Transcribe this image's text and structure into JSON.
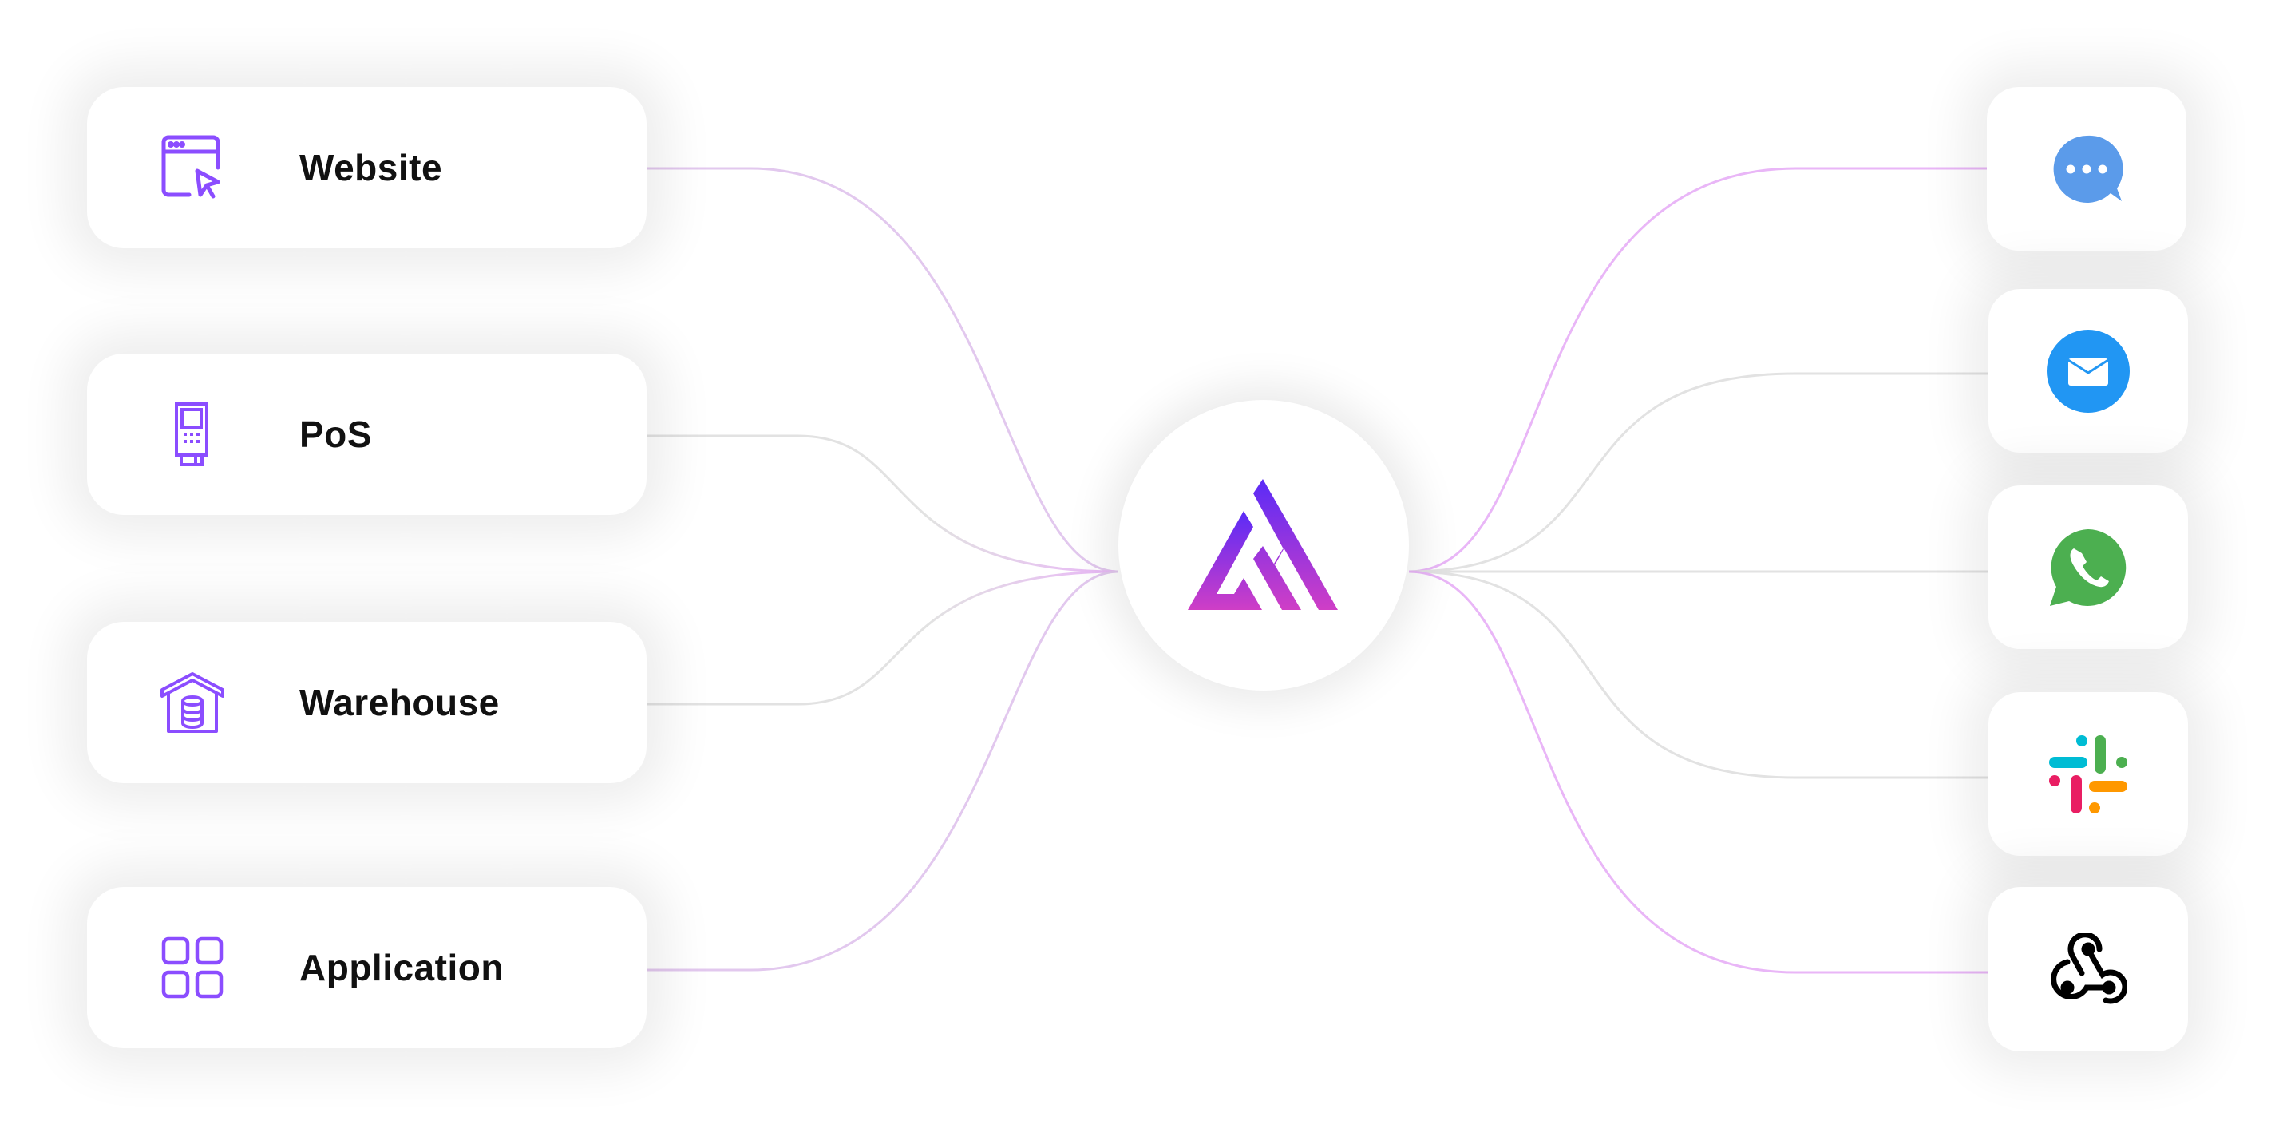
{
  "sources": [
    {
      "label": "Website",
      "icon": "browser-cursor-icon"
    },
    {
      "label": "PoS",
      "icon": "pos-terminal-icon"
    },
    {
      "label": "Warehouse",
      "icon": "warehouse-icon"
    },
    {
      "label": "Application",
      "icon": "app-grid-icon"
    }
  ],
  "hub": {
    "icon": "brand-logo"
  },
  "channels": [
    {
      "icon": "chat-bubble-icon",
      "color": "#5B9BEA"
    },
    {
      "icon": "email-icon",
      "color": "#2196F3"
    },
    {
      "icon": "whatsapp-icon",
      "color": "#4CAF50"
    },
    {
      "icon": "slack-icon",
      "color": "#E01E5A"
    },
    {
      "icon": "webhook-icon",
      "color": "#000000"
    }
  ],
  "colors": {
    "accent": "#8B4DFF",
    "line_pink": "#E9B6F7",
    "line_gray": "#E2E2E2"
  }
}
